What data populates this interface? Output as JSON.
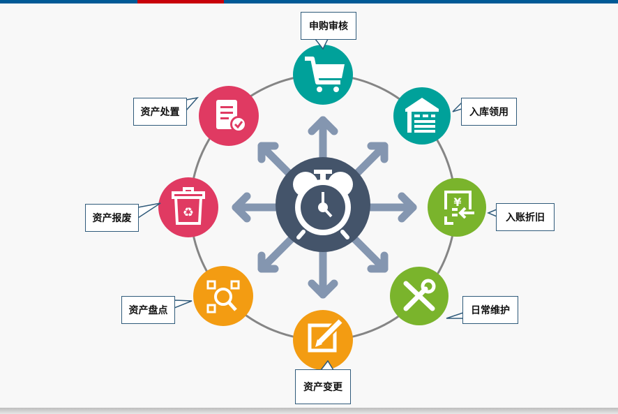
{
  "header": {
    "bar_color": "#005a96",
    "accent_color": "#c8000a"
  },
  "center": {
    "icon": "alarm-clock-icon",
    "color": "#44546a",
    "arrow_color": "#8496b0"
  },
  "nodes": [
    {
      "label": "申购审核",
      "icon": "shopping-cart-icon",
      "color": "#00a19a"
    },
    {
      "label": "入库领用",
      "icon": "warehouse-icon",
      "color": "#00a19a"
    },
    {
      "label": "入账折旧",
      "icon": "yen-document-icon",
      "color": "#7ab42c"
    },
    {
      "label": "日常维护",
      "icon": "tools-icon",
      "color": "#7ab42c"
    },
    {
      "label": "资产变更",
      "icon": "edit-icon",
      "color": "#f39c12"
    },
    {
      "label": "资产盘点",
      "icon": "qr-search-icon",
      "color": "#f39c12"
    },
    {
      "label": "资产报废",
      "icon": "recycle-bin-icon",
      "color": "#e03a62"
    },
    {
      "label": "资产处置",
      "icon": "document-check-icon",
      "color": "#e03a62"
    }
  ]
}
